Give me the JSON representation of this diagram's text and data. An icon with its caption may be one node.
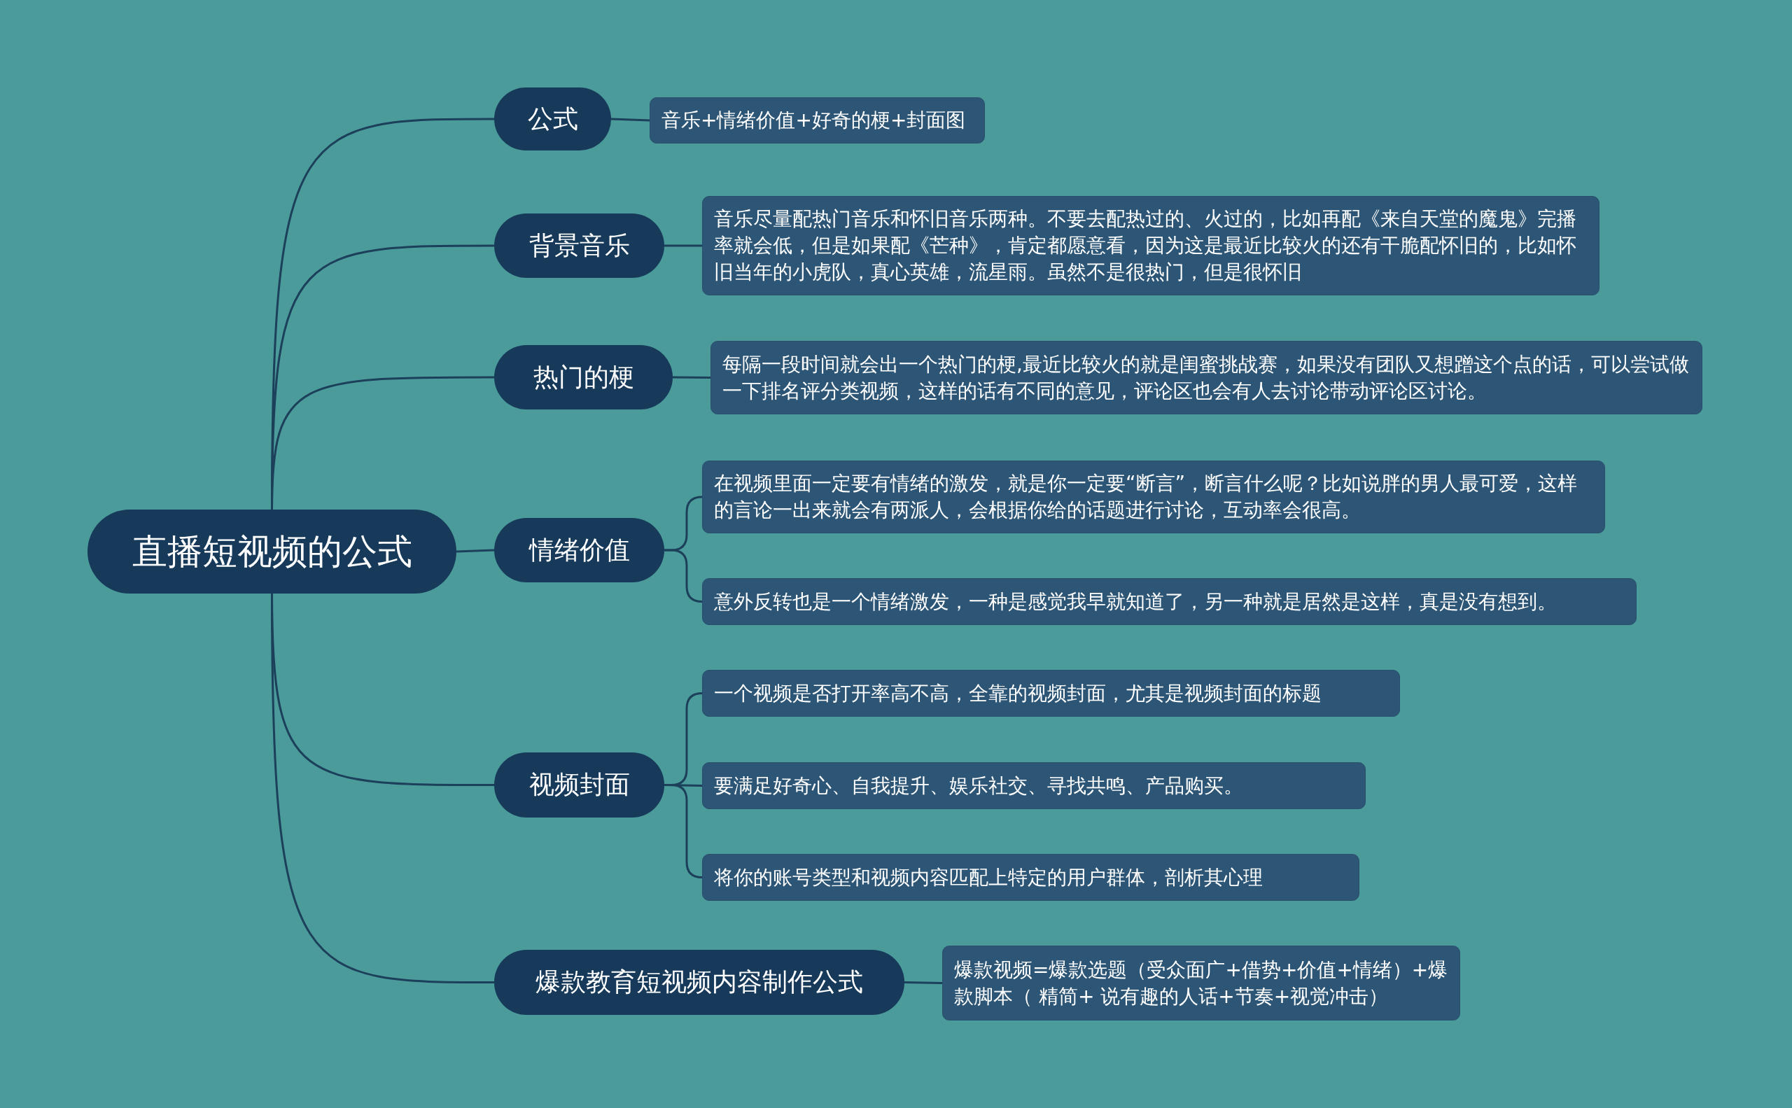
{
  "diagram": {
    "nodes": [
      {
        "text": [
          "直播短视频的公式"
        ]
      },
      {
        "text": [
          "公式"
        ]
      },
      {
        "text": [
          "背景音乐"
        ]
      },
      {
        "text": [
          "热门的梗"
        ]
      },
      {
        "text": [
          "情绪价值"
        ]
      },
      {
        "text": [
          "视频封面"
        ]
      },
      {
        "text": [
          "爆款教育短视频内容制作公式"
        ]
      },
      {
        "text": [
          "音乐+情绪价值+好奇的梗+封面图"
        ]
      },
      {
        "text": [
          "音乐尽量配热门音乐和怀旧音乐两种。不要去配热过的、火过的，比如再配《来自天堂的魔鬼》完播率就会低，但是如果配《芒种》，肯定都愿意看，因为这是最近比较火的还有干脆配怀旧的，比如怀旧当年的小虎队，真心英雄，流星雨。虽然不是很热门，但是很怀旧"
        ]
      },
      {
        "text": [
          "每隔一段时间就会出一个热门的梗,最近比较火的就是闺蜜挑战赛，如果没有团队又想蹭这个点的话，可以尝试做一下排名评分类视频，这样的话有不同的意见，评论区也会有人去讨论带动评论区讨论。"
        ]
      },
      {
        "text": [
          "在视频里面一定要有情绪的激发，就是你一定要“断言”，断言什么呢？比如说胖的男人最可爱，这样的言论一出来就会有两派人，会根据你给的话题进行讨论，互动率会很高。"
        ]
      },
      {
        "text": [
          "意外反转也是一个情绪激发，一种是感觉我早就知道了，另一种就是居然是这样，真是没有想到。"
        ]
      },
      {
        "text": [
          "一个视频是否打开率高不高，全靠的视频封面，尤其是视频封面的标题"
        ]
      },
      {
        "text": [
          "要满足好奇心、自我提升、娱乐社交、寻找共鸣、产品购买。"
        ]
      },
      {
        "text": [
          "将你的账号类型和视频内容匹配上特定的用户群体，剖析其心理"
        ]
      },
      {
        "text": [
          "爆款视频=爆款选题（受众面广+借势+价值+情绪）+爆款脚本（ 精简+ 说有趣的人话+节奏+视觉冲击）"
        ]
      }
    ],
    "edges": [
      {
        "from": 0,
        "to": 1,
        "arrow": "none"
      },
      {
        "from": 0,
        "to": 2,
        "arrow": "none"
      },
      {
        "from": 0,
        "to": 3,
        "arrow": "none"
      },
      {
        "from": 0,
        "to": 4,
        "arrow": "none"
      },
      {
        "from": 0,
        "to": 5,
        "arrow": "none"
      },
      {
        "from": 0,
        "to": 6,
        "arrow": "none"
      },
      {
        "from": 1,
        "to": 7,
        "arrow": "none"
      },
      {
        "from": 2,
        "to": 8,
        "arrow": "none"
      },
      {
        "from": 3,
        "to": 9,
        "arrow": "none"
      },
      {
        "from": 4,
        "to": 10,
        "arrow": "none"
      },
      {
        "from": 4,
        "to": 11,
        "arrow": "none"
      },
      {
        "from": 5,
        "to": 12,
        "arrow": "none"
      },
      {
        "from": 5,
        "to": 13,
        "arrow": "none"
      },
      {
        "from": 5,
        "to": 14,
        "arrow": "none"
      },
      {
        "from": 6,
        "to": 15,
        "arrow": "none"
      }
    ]
  }
}
